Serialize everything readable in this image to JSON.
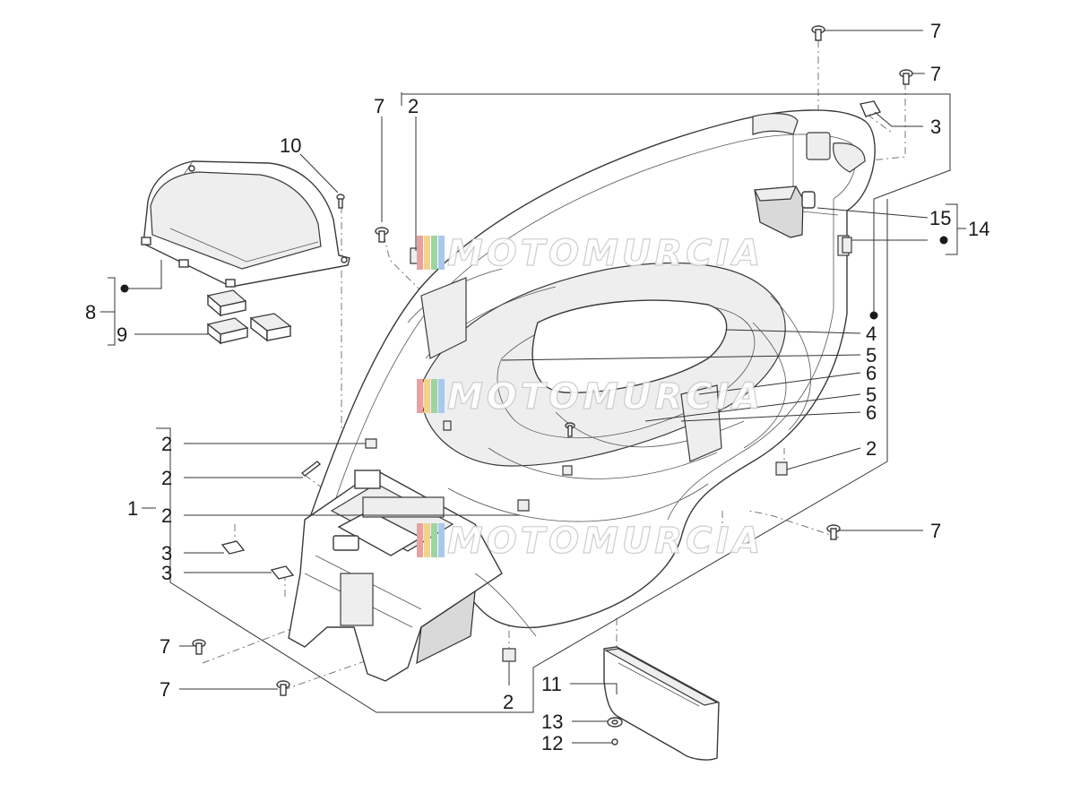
{
  "watermark": {
    "text": "MOTOMURCIA",
    "stripe_colors": [
      "#e8a0a0",
      "#f3d38a",
      "#9fd39f",
      "#a8c8ee"
    ]
  },
  "callouts": [
    {
      "id": "c-7a",
      "label": "7"
    },
    {
      "id": "c-7b",
      "label": "7"
    },
    {
      "id": "c-3a",
      "label": "3"
    },
    {
      "id": "c-7c",
      "label": "7"
    },
    {
      "id": "c-2a",
      "label": "2"
    },
    {
      "id": "c-10",
      "label": "10"
    },
    {
      "id": "c-15",
      "label": "15"
    },
    {
      "id": "c-14",
      "label": "14"
    },
    {
      "id": "c-8",
      "label": "8"
    },
    {
      "id": "c-9",
      "label": "9"
    },
    {
      "id": "c-4",
      "label": "4"
    },
    {
      "id": "c-5a",
      "label": "5"
    },
    {
      "id": "c-6a",
      "label": "6"
    },
    {
      "id": "c-5b",
      "label": "5"
    },
    {
      "id": "c-6b",
      "label": "6"
    },
    {
      "id": "c-2b",
      "label": "2"
    },
    {
      "id": "c-2c",
      "label": "2"
    },
    {
      "id": "c-2d",
      "label": "2"
    },
    {
      "id": "c-1",
      "label": "1"
    },
    {
      "id": "c-2e",
      "label": "2"
    },
    {
      "id": "c-3b",
      "label": "3"
    },
    {
      "id": "c-3c",
      "label": "3"
    },
    {
      "id": "c-7d",
      "label": "7"
    },
    {
      "id": "c-7e",
      "label": "7"
    },
    {
      "id": "c-7f",
      "label": "7"
    },
    {
      "id": "c-2f",
      "label": "2"
    },
    {
      "id": "c-11",
      "label": "11"
    },
    {
      "id": "c-13",
      "label": "13"
    },
    {
      "id": "c-12",
      "label": "12"
    }
  ]
}
